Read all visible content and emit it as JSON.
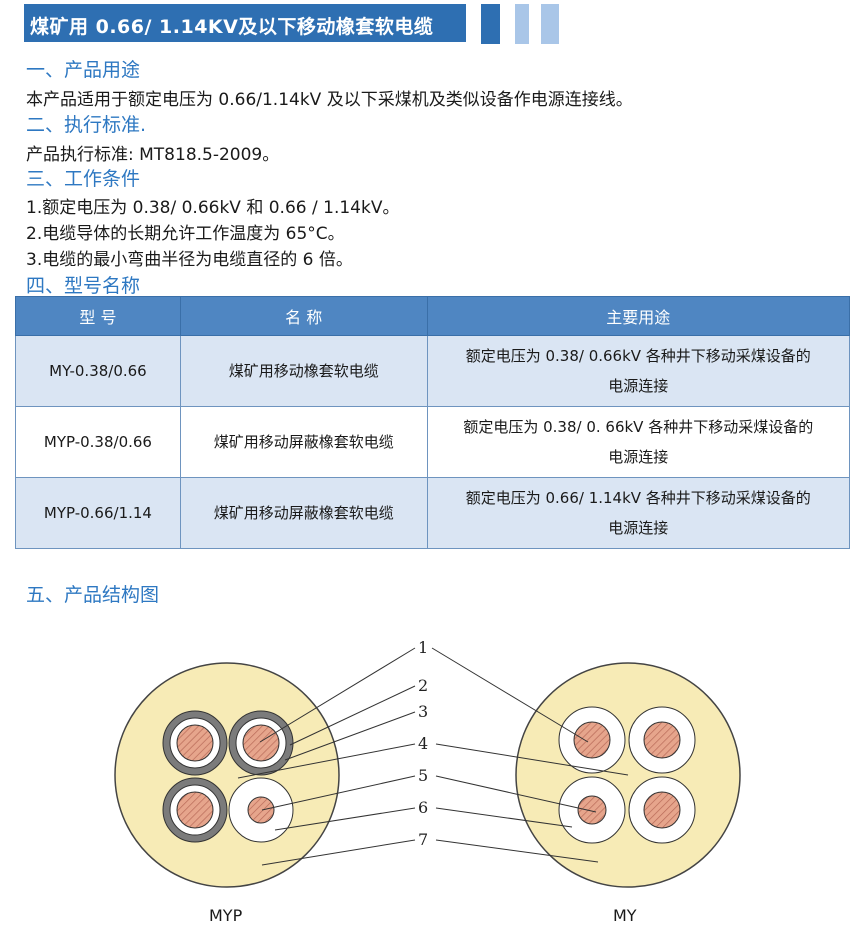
{
  "title": "煤矿用 0.66/ 1.14KV及以下移动橡套软电缆",
  "sections": {
    "s1_heading": "一、产品用途",
    "s1_text": "本产品适用于额定电压为 0.66/1.14kV 及以下采煤机及类似设备作电源连接线。",
    "s2_heading": "二、执行标准.",
    "s2_text": "产品执行标准: MT818.5-2009。",
    "s3_heading": "三、工作条件",
    "s3_items": [
      "1.额定电压为 0.38/ 0.66kV 和 0.66 / 1.14kV。",
      "2.电缆导体的长期允许工作温度为 65°C。",
      "3.电缆的最小弯曲半径为电缆直径的 6 倍。"
    ],
    "s4_heading": "四、型号名称",
    "s5_heading": "五、产品结构图"
  },
  "table": {
    "headers": [
      "型  号",
      "名  称",
      "主要用途"
    ],
    "rows": [
      {
        "model": "MY-0.38/0.66",
        "name": "煤矿用移动橡套软电缆",
        "usage_1": "额定电压为 0.38/ 0.66kV 各种井下移动采煤设备的",
        "usage_2": "电源连接"
      },
      {
        "model": "MYP-0.38/0.66",
        "name": "煤矿用移动屏蔽橡套软电缆",
        "usage_1": "额定电压为 0.38/ 0. 66kV 各种井下移动采煤设备的",
        "usage_2": "电源连接"
      },
      {
        "model": "MYP-0.66/1.14",
        "name": "煤矿用移动屏蔽橡套软电缆",
        "usage_1": "额定电压为 0.66/ 1.14kV 各种井下移动采煤设备的",
        "usage_2": "电源连接"
      }
    ]
  },
  "diagram": {
    "callouts": [
      "1",
      "2",
      "3",
      "4",
      "5",
      "6",
      "7"
    ],
    "left_caption": "MYP",
    "right_caption": "MY"
  },
  "colors": {
    "title_bar": "#2e6fb2",
    "heading_text": "#2e78c2",
    "table_header": "#4f86c2",
    "table_shade": "#dae5f3",
    "cable_sheath": "#f6e9b3",
    "conductor": "#e4a48c"
  }
}
